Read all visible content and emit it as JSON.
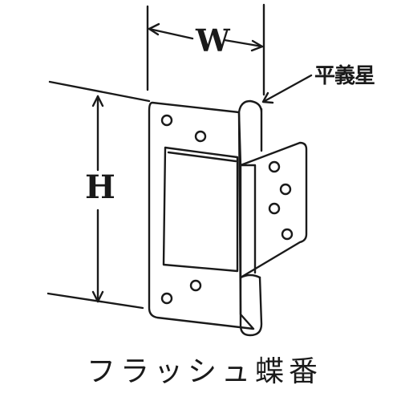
{
  "diagram": {
    "dimension_width_label": "W",
    "dimension_height_label": "H",
    "knuckle_label": "平義星",
    "caption": "フラッシュ蝶番"
  }
}
